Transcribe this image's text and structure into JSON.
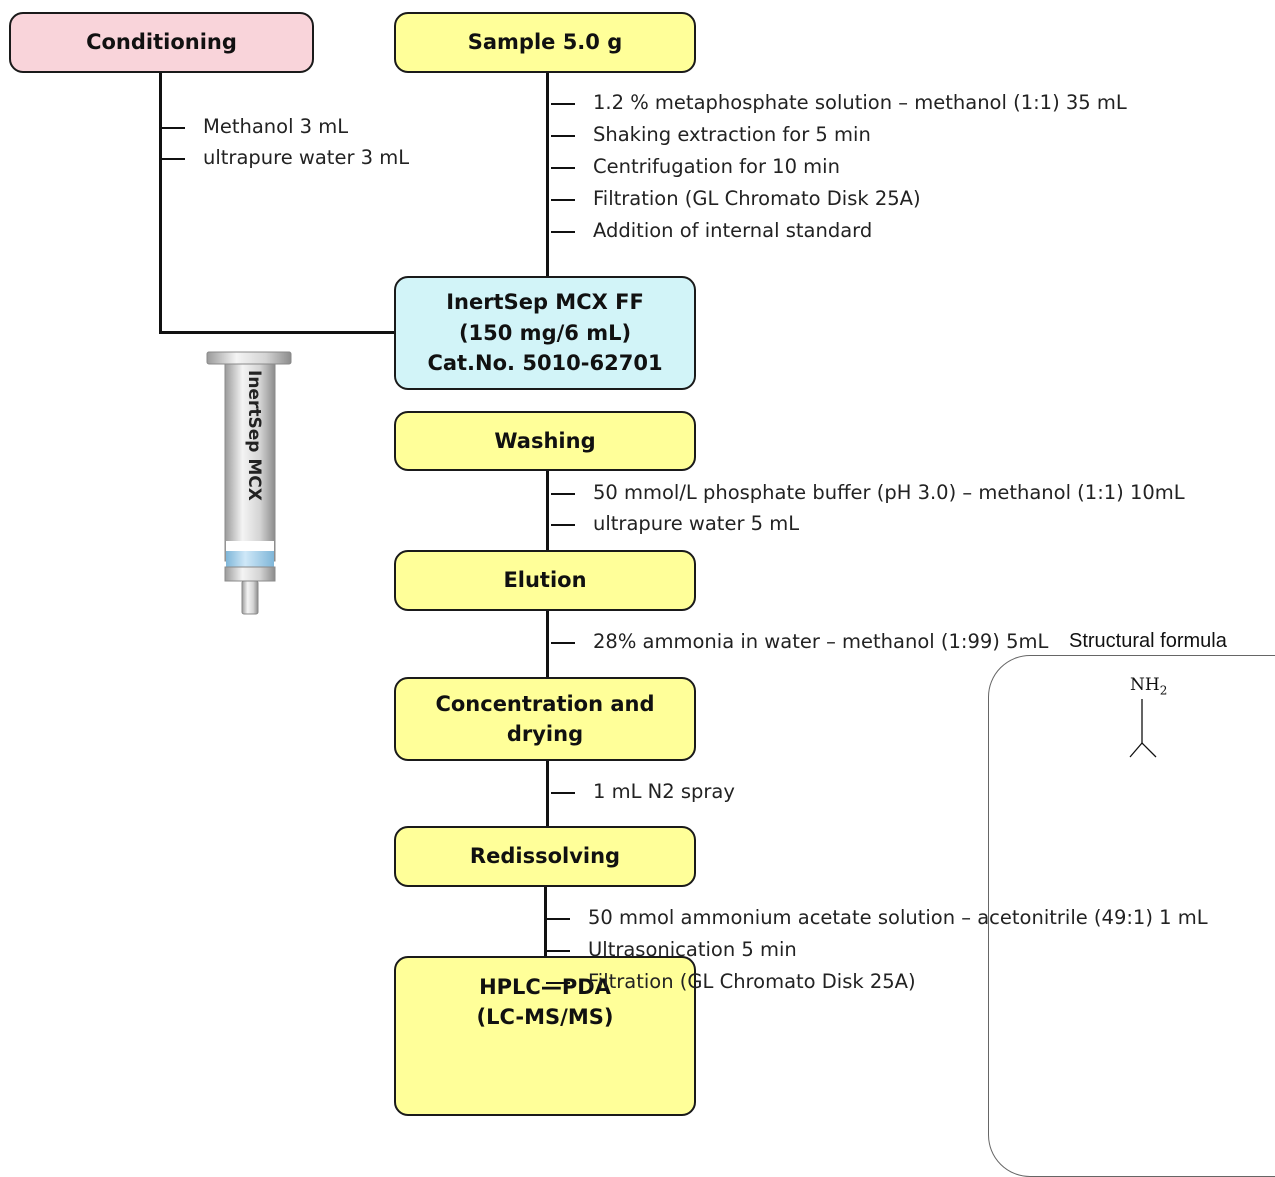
{
  "boxes": {
    "conditioning": "Conditioning",
    "sample": "Sample 5.0 g",
    "column_line1": "InertSep MCX FF",
    "column_line2": "(150 mg/6 mL)",
    "column_line3": "Cat.No. 5010-62701",
    "washing": "Washing",
    "elution": "Elution",
    "concentration_line1": "Concentration and",
    "concentration_line2": "drying",
    "redissolving": "Redissolving",
    "hplc_line1": "HPLC—PDA",
    "hplc_line2": "(LC-MS/MS)"
  },
  "steps": {
    "conditioning": [
      "Methanol 3 mL",
      "ultrapure water 3 mL"
    ],
    "sample": [
      "1.2 % metaphosphate solution – methanol (1:1) 35 mL",
      "Shaking extraction for 5 min",
      "Centrifugation for 10 min",
      "Filtration (GL Chromato Disk 25A)",
      "Addition of internal standard"
    ],
    "washing": [
      "50 mmol/L phosphate buffer (pH 3.0) – methanol (1:1) 10mL",
      "ultrapure water 5 mL"
    ],
    "elution": [
      "28% ammonia in water – methanol (1:99) 5mL"
    ],
    "concentration": [
      "1 mL N2 spray"
    ],
    "redissolving": [
      "50 mmol ammonium acetate solution – acetonitrile (49:1) 1 mL",
      "Ultrasonication 5 min",
      "Filtration (GL Chromato Disk 25A)"
    ]
  },
  "cartridge_label": "InertSep MCX",
  "structure": {
    "title": "Structural formula",
    "nh_label": "NH",
    "nh_subscript": "2"
  },
  "colors": {
    "step_box_fill": "#ffff99",
    "conditioning_fill": "#f9d4da",
    "column_fill": "#d2f4f8",
    "cartridge_band": "#a8d4f0"
  }
}
